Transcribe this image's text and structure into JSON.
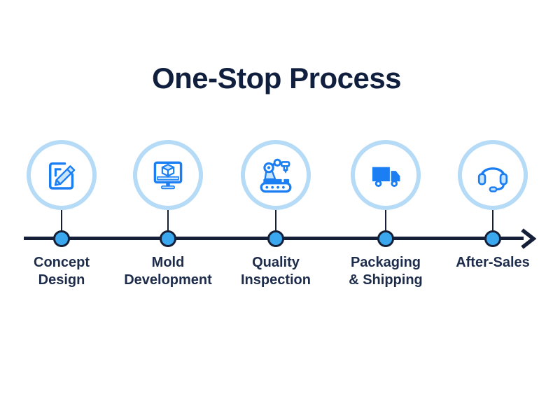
{
  "title": "One-Stop Process",
  "steps": [
    {
      "lines": [
        "Concept",
        "Design"
      ],
      "icon": "edit-document-icon"
    },
    {
      "lines": [
        "Mold",
        "Development"
      ],
      "icon": "monitor-cube-icon"
    },
    {
      "lines": [
        "Quality",
        "Inspection"
      ],
      "icon": "robotic-arm-icon"
    },
    {
      "lines": [
        "Packaging",
        "& Shipping"
      ],
      "icon": "delivery-truck-icon"
    },
    {
      "lines": [
        "After-Sales"
      ],
      "icon": "headset-icon"
    }
  ],
  "timeline": {
    "direction": "left-to-right",
    "dot_count": 5
  },
  "colors": {
    "background": "#FFFFFF",
    "title": "#101F3D",
    "label": "#1D2C4B",
    "axis": "#152038",
    "dot": "#3BA7EF",
    "ring": "#B5DBF7",
    "icon_blue": "#1B7EF2",
    "icon_light": "#C9E5FB"
  }
}
